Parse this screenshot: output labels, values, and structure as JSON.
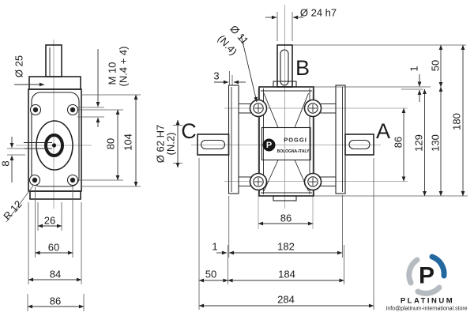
{
  "front_view": {
    "shaft_dia": "Ø 25",
    "thread_spec": "M 10",
    "thread_count": "(N.4 + 4)",
    "corner_radius": "R 12",
    "key_offset": "8",
    "hole_spacing_vertical": "80",
    "body_height": "104",
    "slot_width": "26",
    "hole_spacing_horizontal": "60",
    "body_width": "84",
    "overall_width": "86"
  },
  "side_view": {
    "shaft_b_dia": "Ø 24 h7",
    "flange_hole_dia": "Ø 11",
    "flange_hole_count": "(N.4)",
    "flange_thickness": "3",
    "pilot_bore_dia": "Ø 62 H7",
    "pilot_bore_count": "(N.2)",
    "shaft_a_label": "A",
    "shaft_b_label": "B",
    "shaft_c_label": "C",
    "top_clearance": "1",
    "shaft_b_length": "50",
    "bolt_spacing_vertical": "86",
    "height_to_body_top": "129",
    "height_to_flange_top": "130",
    "overall_height": "180",
    "bolt_spacing_horizontal": "86",
    "side_clearance": "1",
    "body_width": "182",
    "shaft_c_length": "50",
    "flange_to_flange": "184",
    "overall_width": "284"
  },
  "nameplate": {
    "brand": "POGGI",
    "monogram": "P",
    "origin": "BOLOGNA-ITALY"
  },
  "watermark": {
    "brand": "PLATINUM",
    "monogram": "P",
    "email": "Info@platinum-international.store"
  },
  "colors": {
    "line": "#232323",
    "watermark_blue": "#2468a0",
    "watermark_gray": "#b6bbc1"
  }
}
